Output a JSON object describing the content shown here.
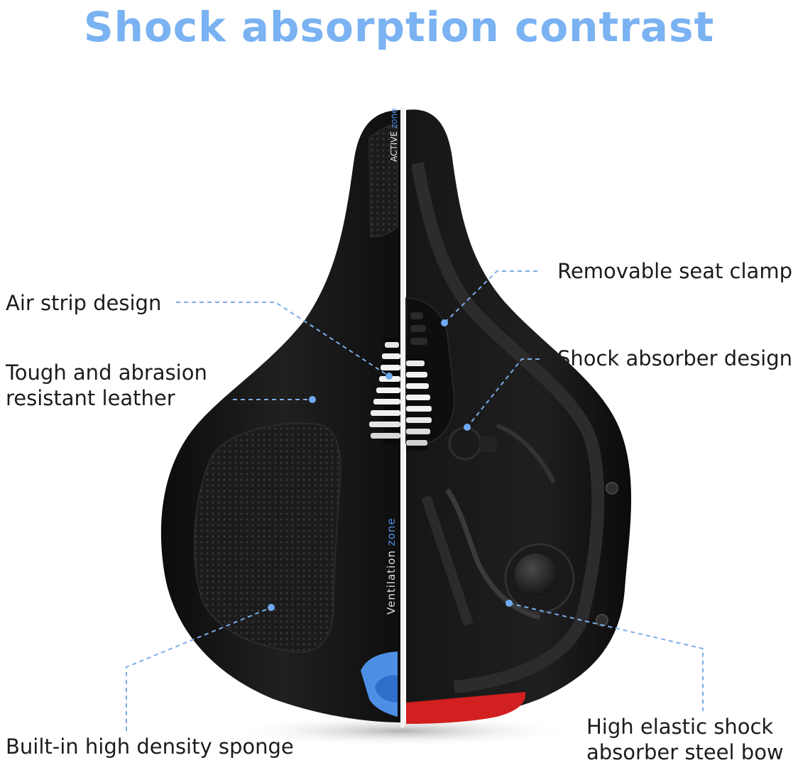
{
  "title": "Shock absorption contrast",
  "colors": {
    "title": "#7AB2F2",
    "leader": "#7AAEE8",
    "dot": "#6FA9F0",
    "seat": "#141414",
    "accent_blue": "#4E8FE6",
    "accent_red": "#D21F1F"
  },
  "labels": {
    "air_strip": "Air strip design",
    "leather_line1": "Tough and abrasion",
    "leather_line2": "resistant leather",
    "sponge": "Built-in high density sponge",
    "seat_clamp": "Removable seat clamp",
    "shock_absorber": "Shock absorber design",
    "steel_bow_line1": "High elastic shock",
    "steel_bow_line2": "absorber steel bow"
  },
  "seat_print": {
    "active_word": "ACTIVE",
    "active_zone_word": "zone",
    "ventilation_word": "Ventilation",
    "ventilation_zone_word": "zone"
  }
}
